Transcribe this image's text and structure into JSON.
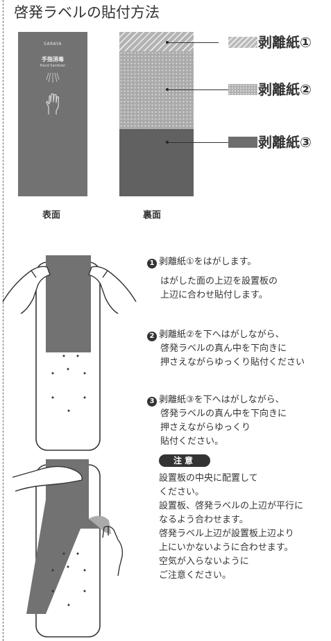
{
  "title": "啓発ラベルの貼付方法",
  "front_label": {
    "brand": "SARAYA",
    "product": "手指消毒",
    "product_en": "Hand Sanitizer",
    "caption": "表面"
  },
  "back_label": {
    "caption": "裏面",
    "liners": [
      {
        "name": "剥離紙①",
        "pattern": "hatched"
      },
      {
        "name": "剥離紙②",
        "pattern": "dotted"
      },
      {
        "name": "剥離紙③",
        "pattern": "solid"
      }
    ]
  },
  "steps": [
    {
      "number": "1",
      "lines": [
        "剥離紙①をはがします。",
        "はがした面の上辺を設置板の",
        "上辺に合わせ貼付します。"
      ]
    },
    {
      "number": "2",
      "lines": [
        "剥離紙②を下へはがしながら、",
        "啓発ラベルの真ん中を下向きに",
        "押さえながらゆっくり貼付ください"
      ]
    },
    {
      "number": "3",
      "lines": [
        "剥離紙③を下へはがしながら、",
        "啓発ラベルの真ん中を下向きに",
        "押さえながらゆっくり",
        "貼付ください。"
      ]
    }
  ],
  "caution": {
    "badge": "注意",
    "lines": [
      "設置板の中央に配置して",
      "ください。",
      "設置板、啓発ラベルの上辺が平行に",
      "なるよう合わせます。",
      "啓発ラベル上辺が設置板上辺より",
      "上にいかないように合わせます。",
      "空気が入らないように",
      "ご注意ください。"
    ]
  },
  "colors": {
    "text": "#333333",
    "label_front": "#727272",
    "liner_hatch": "#b3b3b3",
    "liner_dots": "#aaaaaa",
    "liner_solid": "#616161"
  }
}
